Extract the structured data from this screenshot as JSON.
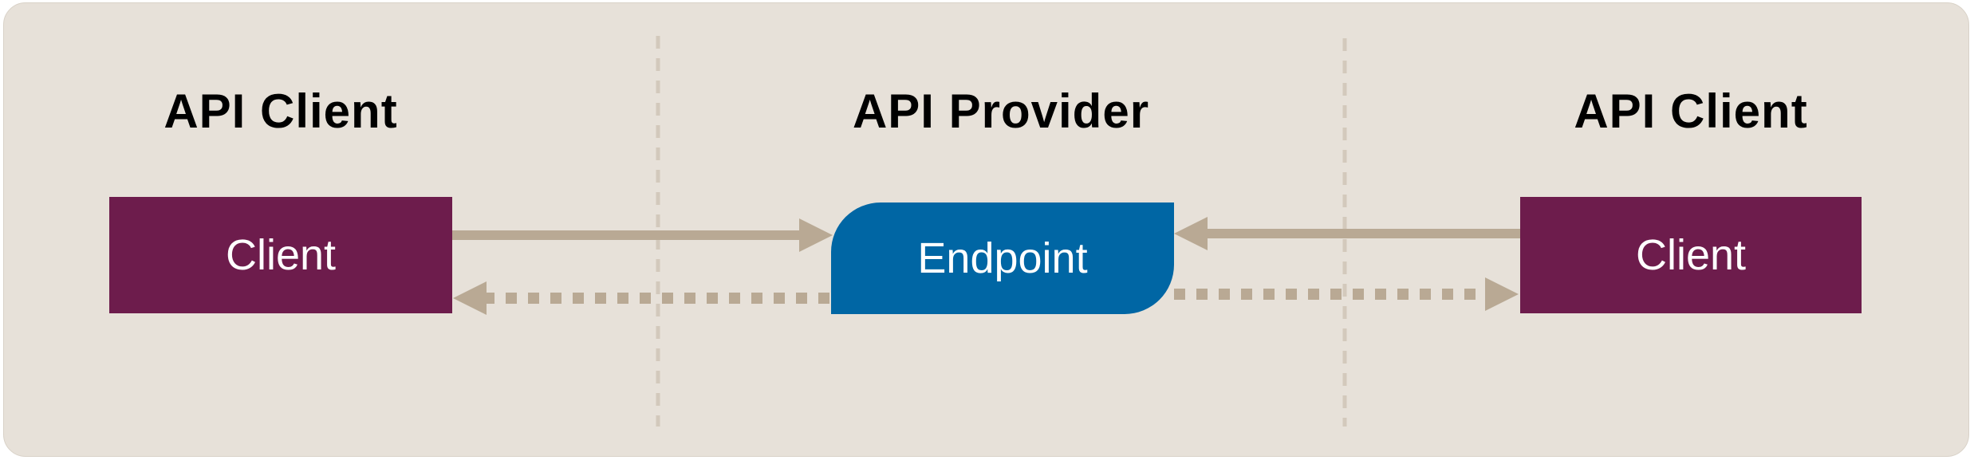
{
  "colors": {
    "background": "#e7e1d9",
    "client_box": "#6d1c4c",
    "endpoint_box": "#0066a4",
    "arrow": "#b9a994",
    "divider": "#d3c9bc",
    "heading_text": "#000000",
    "node_text": "#ffffff"
  },
  "zones": [
    {
      "heading": "API Client"
    },
    {
      "heading": "API Provider"
    },
    {
      "heading": "API Client"
    }
  ],
  "nodes": {
    "left_client": {
      "label": "Client"
    },
    "endpoint": {
      "label": "Endpoint"
    },
    "right_client": {
      "label": "Client"
    }
  },
  "edges": [
    {
      "from": "left_client",
      "to": "endpoint",
      "style": "solid"
    },
    {
      "from": "endpoint",
      "to": "left_client",
      "style": "dotted"
    },
    {
      "from": "right_client",
      "to": "endpoint",
      "style": "solid"
    },
    {
      "from": "endpoint",
      "to": "right_client",
      "style": "dotted"
    }
  ]
}
